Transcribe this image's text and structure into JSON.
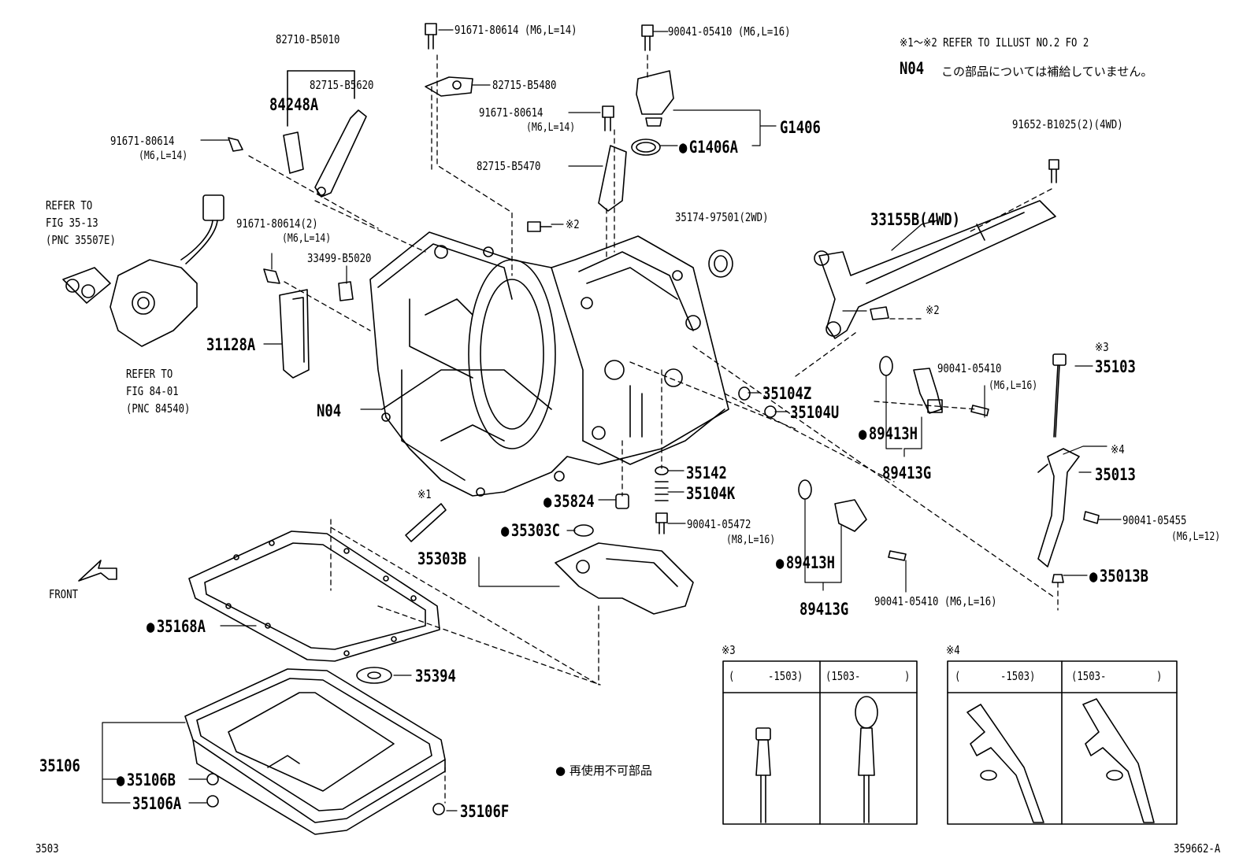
{
  "diagram": {
    "page_code": "3503",
    "illustration_id": "359662-A",
    "front_label": "FRONT",
    "notes": {
      "refer_line": "※1～※2 REFER TO ILLUST NO.2 FO 2",
      "n04_code": "N04",
      "n04_text": "この部品については補給していません。",
      "legend_text": "再使用不可部品"
    },
    "refer_boxes": {
      "left_1": "REFER TO",
      "left_2": "FIG 35-13",
      "left_3": "(PNC 35507E)",
      "bottom_1": "REFER TO",
      "bottom_2": "FIG 84-01",
      "bottom_3": "(PNC 84540)"
    },
    "parts": {
      "p82710": "82710-B5010",
      "p82715_5620": "82715-B5620",
      "p84248A": "84248A",
      "p91671_a": "91671-80614",
      "p91671_a_spec": "(M6,L=14)",
      "p91671_2": "91671-80614(2)",
      "p91671_2_spec": "(M6,L=14)",
      "p33499": "33499-B5020",
      "p31128A": "31128A",
      "pN04": "N04",
      "p91671_top": "91671-80614 (M6,L=14)",
      "p82715_5480": "82715-B5480",
      "p91671_mid": "91671-80614",
      "p91671_mid_spec": "(M6,L=14)",
      "p82715_5470": "82715-B5470",
      "p90041_top": "90041-05410 (M6,L=16)",
      "pG1406": "G1406",
      "pG1406A": "G1406A",
      "x2_top": "※2",
      "p35174": "35174-97501(2WD)",
      "p91652": "91652-B1025(2)(4WD)",
      "p33155B": "33155B(4WD)",
      "x2_right": "※2",
      "p35104Z": "35104Z",
      "p35104U": "35104U",
      "p89413H_a": "89413H",
      "p89413G_a": "89413G",
      "p90041_mid": "90041-05410",
      "p90041_mid_spec": "(M6,L=16)",
      "x3_label": "※3",
      "p35103": "35103",
      "x4_label": "※4",
      "p35013": "35013",
      "p90041_455": "90041-05455",
      "p90041_455_spec": "(M6,L=12)",
      "p35013B": "35013B",
      "x1_label": "※1",
      "p35142": "35142",
      "p35104K": "35104K",
      "p90041_472": "90041-05472",
      "p90041_472_spec": "(M8,L=16)",
      "p35824": "35824",
      "p35303C": "35303C",
      "p35303B": "35303B",
      "p89413H_b": "89413H",
      "p89413G_b": "89413G",
      "p90041_bot": "90041-05410 (M6,L=16)",
      "p35168A": "35168A",
      "p35394": "35394",
      "p35106": "35106",
      "p35106B": "35106B",
      "p35106A": "35106A",
      "p35106F": "35106F"
    },
    "inset_x3": {
      "tag": "※3",
      "col1_open": "(",
      "col1_range": "-1503)",
      "col2_range": "(1503-",
      "col2_close": ")"
    },
    "inset_x4": {
      "tag": "※4",
      "col1_open": "(",
      "col1_range": "-1503)",
      "col2_range": "(1503-",
      "col2_close": ")"
    }
  }
}
